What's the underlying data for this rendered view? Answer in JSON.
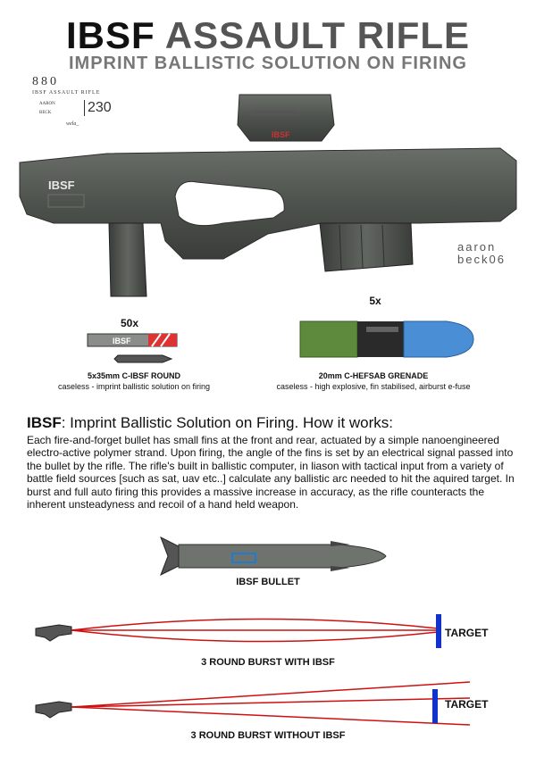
{
  "header": {
    "title_part1": "IBSF",
    "title_part2": "ASSAULT RIFLE",
    "subtitle": "IMPRINT BALLISTIC SOLUTION ON FIRING"
  },
  "stamp": {
    "number": "880",
    "name": "IBSF ASSAULT RIFLE",
    "aaron": "AARON",
    "beck": "BECK",
    "value": "230",
    "sig": "wela_"
  },
  "rifle": {
    "stock_logo": "IBSF",
    "scope_logo": "IBSF"
  },
  "signature": {
    "line1": "aaron",
    "line2": "beck06"
  },
  "ammo": {
    "round": {
      "count": "50x",
      "clip_label": "IBSF",
      "name": "5x35mm C-IBSF ROUND",
      "desc": "caseless - imprint ballistic solution on firing"
    },
    "grenade": {
      "count": "5x",
      "name": "20mm C-HEFSAB GRENADE",
      "desc": "caseless - high explosive, fin stabilised, airburst e-fuse"
    }
  },
  "explanation": {
    "heading_bold": "IBSF",
    "heading_rest": ": Imprint Ballistic Solution on Firing. How it works:",
    "body": "Each fire-and-forget bullet has small fins at the front and rear, actuated by a simple nanoengineered electro-active polymer strand. Upon firing, the angle of the fins is set by an electrical signal passed into the bullet by the rifle. The rifle's built in ballistic computer, in liason with tactical input from a variety of battle field sources [such as sat, uav etc..] calculate any ballistic arc needed to hit the aquired target. In burst and full auto firing this provides a massive increase in accuracy, as the rifle counteracts the inherent unsteadyness and recoil of a hand held weapon."
  },
  "bullet_diagram": {
    "label": "IBSF BULLET"
  },
  "burst_with": {
    "target_label": "TARGET",
    "caption": "3 ROUND BURST WITH IBSF"
  },
  "burst_without": {
    "target_label": "TARGET",
    "caption": "3 ROUND BURST WITHOUT IBSF"
  },
  "colors": {
    "trajectory": "#cc1111",
    "target": "#1133cc",
    "rifle_body": "#4e524d",
    "grenade_green": "#5d8a3c",
    "grenade_tip": "#4a8fd6"
  }
}
